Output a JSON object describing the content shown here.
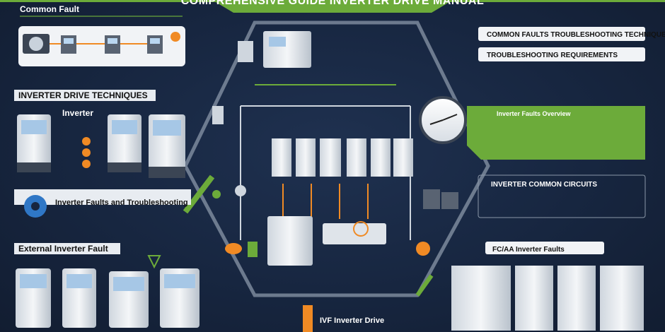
{
  "banner": {
    "title": "COMPREHENSIVE GUIDE INVERTER DRIVE MANUAL"
  },
  "left": {
    "common_fault": {
      "heading": "Common Fault"
    },
    "techniques": {
      "heading": "INVERTER DRIVE TECHNIQUES",
      "inverter_label": "Inverter"
    },
    "faults_troubleshooting": {
      "heading": "Inverter Faults and Troubleshooting"
    },
    "external": {
      "heading": "External Inverter Fault"
    }
  },
  "right": {
    "troubleshooting_techniques": {
      "heading": "COMMON FAULTS TROUBLESHOOTING TECHNIQUES"
    },
    "shootout": {
      "heading": "TROUBLESHOOTING REQUIREMENTS"
    },
    "green_panel": {
      "heading": "Inverter Faults Overview"
    },
    "common_circuits": {
      "heading": "INVERTER COMMON CIRCUITS"
    },
    "inverter_faults": {
      "heading": "FC/AA Inverter Faults"
    }
  },
  "center": {
    "bottom_caption": "IVF Inverter Drive"
  },
  "colors": {
    "accent_green": "#6cab3a",
    "bg_navy": "#172640",
    "wire_orange": "#f08a24"
  },
  "icons": [
    "gear-icon",
    "shield-icon",
    "gauge-icon"
  ]
}
